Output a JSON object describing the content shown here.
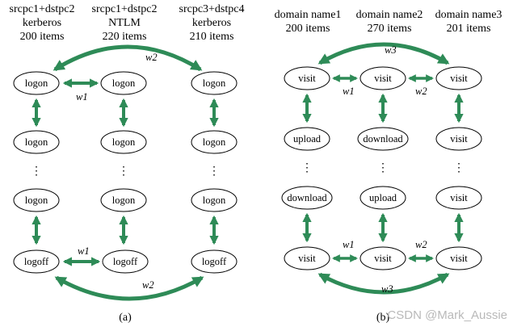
{
  "colors": {
    "arrow": "#2e8b57",
    "node_stroke": "#000000",
    "text": "#000000",
    "watermark": "#b9b9b9"
  },
  "panel_a": {
    "headers": [
      [
        "srcpc1+dstpc2",
        "kerberos",
        "200 items"
      ],
      [
        "srcpc1+dstpc2",
        "NTLM",
        "220 items"
      ],
      [
        "srcpc3+dstpc4",
        "kerberos",
        "210 items"
      ]
    ],
    "rows": [
      [
        "logon",
        "logon",
        "logon"
      ],
      [
        "logon",
        "logon",
        "logon"
      ],
      [
        "logon",
        "logon",
        "logon"
      ],
      [
        "logoff",
        "logoff",
        "logoff"
      ]
    ],
    "labels": {
      "top_pair": "w1",
      "top_arc": "w2",
      "bottom_pair": "w1",
      "bottom_arc": "w2"
    },
    "ellipsis": "⋮",
    "caption": "(a)"
  },
  "panel_b": {
    "headers": [
      [
        "domain name1",
        "200 items"
      ],
      [
        "domain name2",
        "270 items"
      ],
      [
        "domain name3",
        "201 items"
      ]
    ],
    "rows": [
      [
        "visit",
        "visit",
        "visit"
      ],
      [
        "upload",
        "download",
        "visit"
      ],
      [
        "download",
        "upload",
        "visit"
      ],
      [
        "visit",
        "visit",
        "visit"
      ]
    ],
    "labels": {
      "top_arc": "w3",
      "top_pair1": "w1",
      "top_pair2": "w2",
      "bottom_pair1": "w1",
      "bottom_pair2": "w2",
      "bottom_arc": "w3"
    },
    "ellipsis": "⋮",
    "caption": "(b)"
  },
  "watermark": "CSDN @Mark_Aussie"
}
